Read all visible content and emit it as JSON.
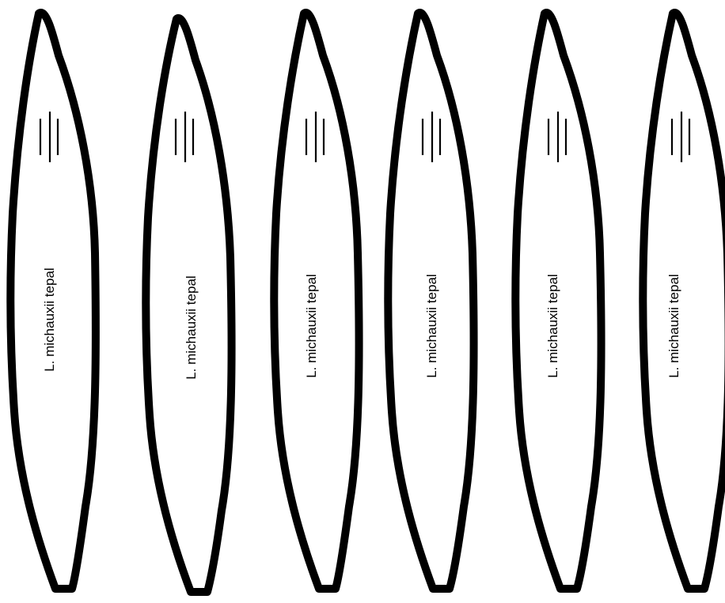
{
  "tepals": [
    {
      "label": "L. michauxii tepal"
    },
    {
      "label": "L. michauxii tepal"
    },
    {
      "label": "L. michauxii tepal"
    },
    {
      "label": "L. michauxii tepal"
    },
    {
      "label": "L. michauxii tepal"
    },
    {
      "label": "L. michauxii tepal"
    }
  ],
  "colors": {
    "outline": "#000000",
    "fill": "#ffffff",
    "background": "#ffffff"
  }
}
